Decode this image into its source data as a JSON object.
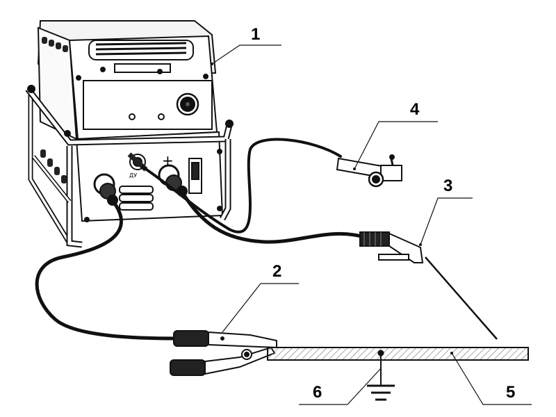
{
  "panel": {
    "remote_label": "ДУ",
    "plus_label": "+"
  },
  "callouts": [
    {
      "id": "1",
      "text": "1"
    },
    {
      "id": "2",
      "text": "2"
    },
    {
      "id": "3",
      "text": "3"
    },
    {
      "id": "4",
      "text": "4"
    },
    {
      "id": "5",
      "text": "5"
    },
    {
      "id": "6",
      "text": "6"
    }
  ]
}
